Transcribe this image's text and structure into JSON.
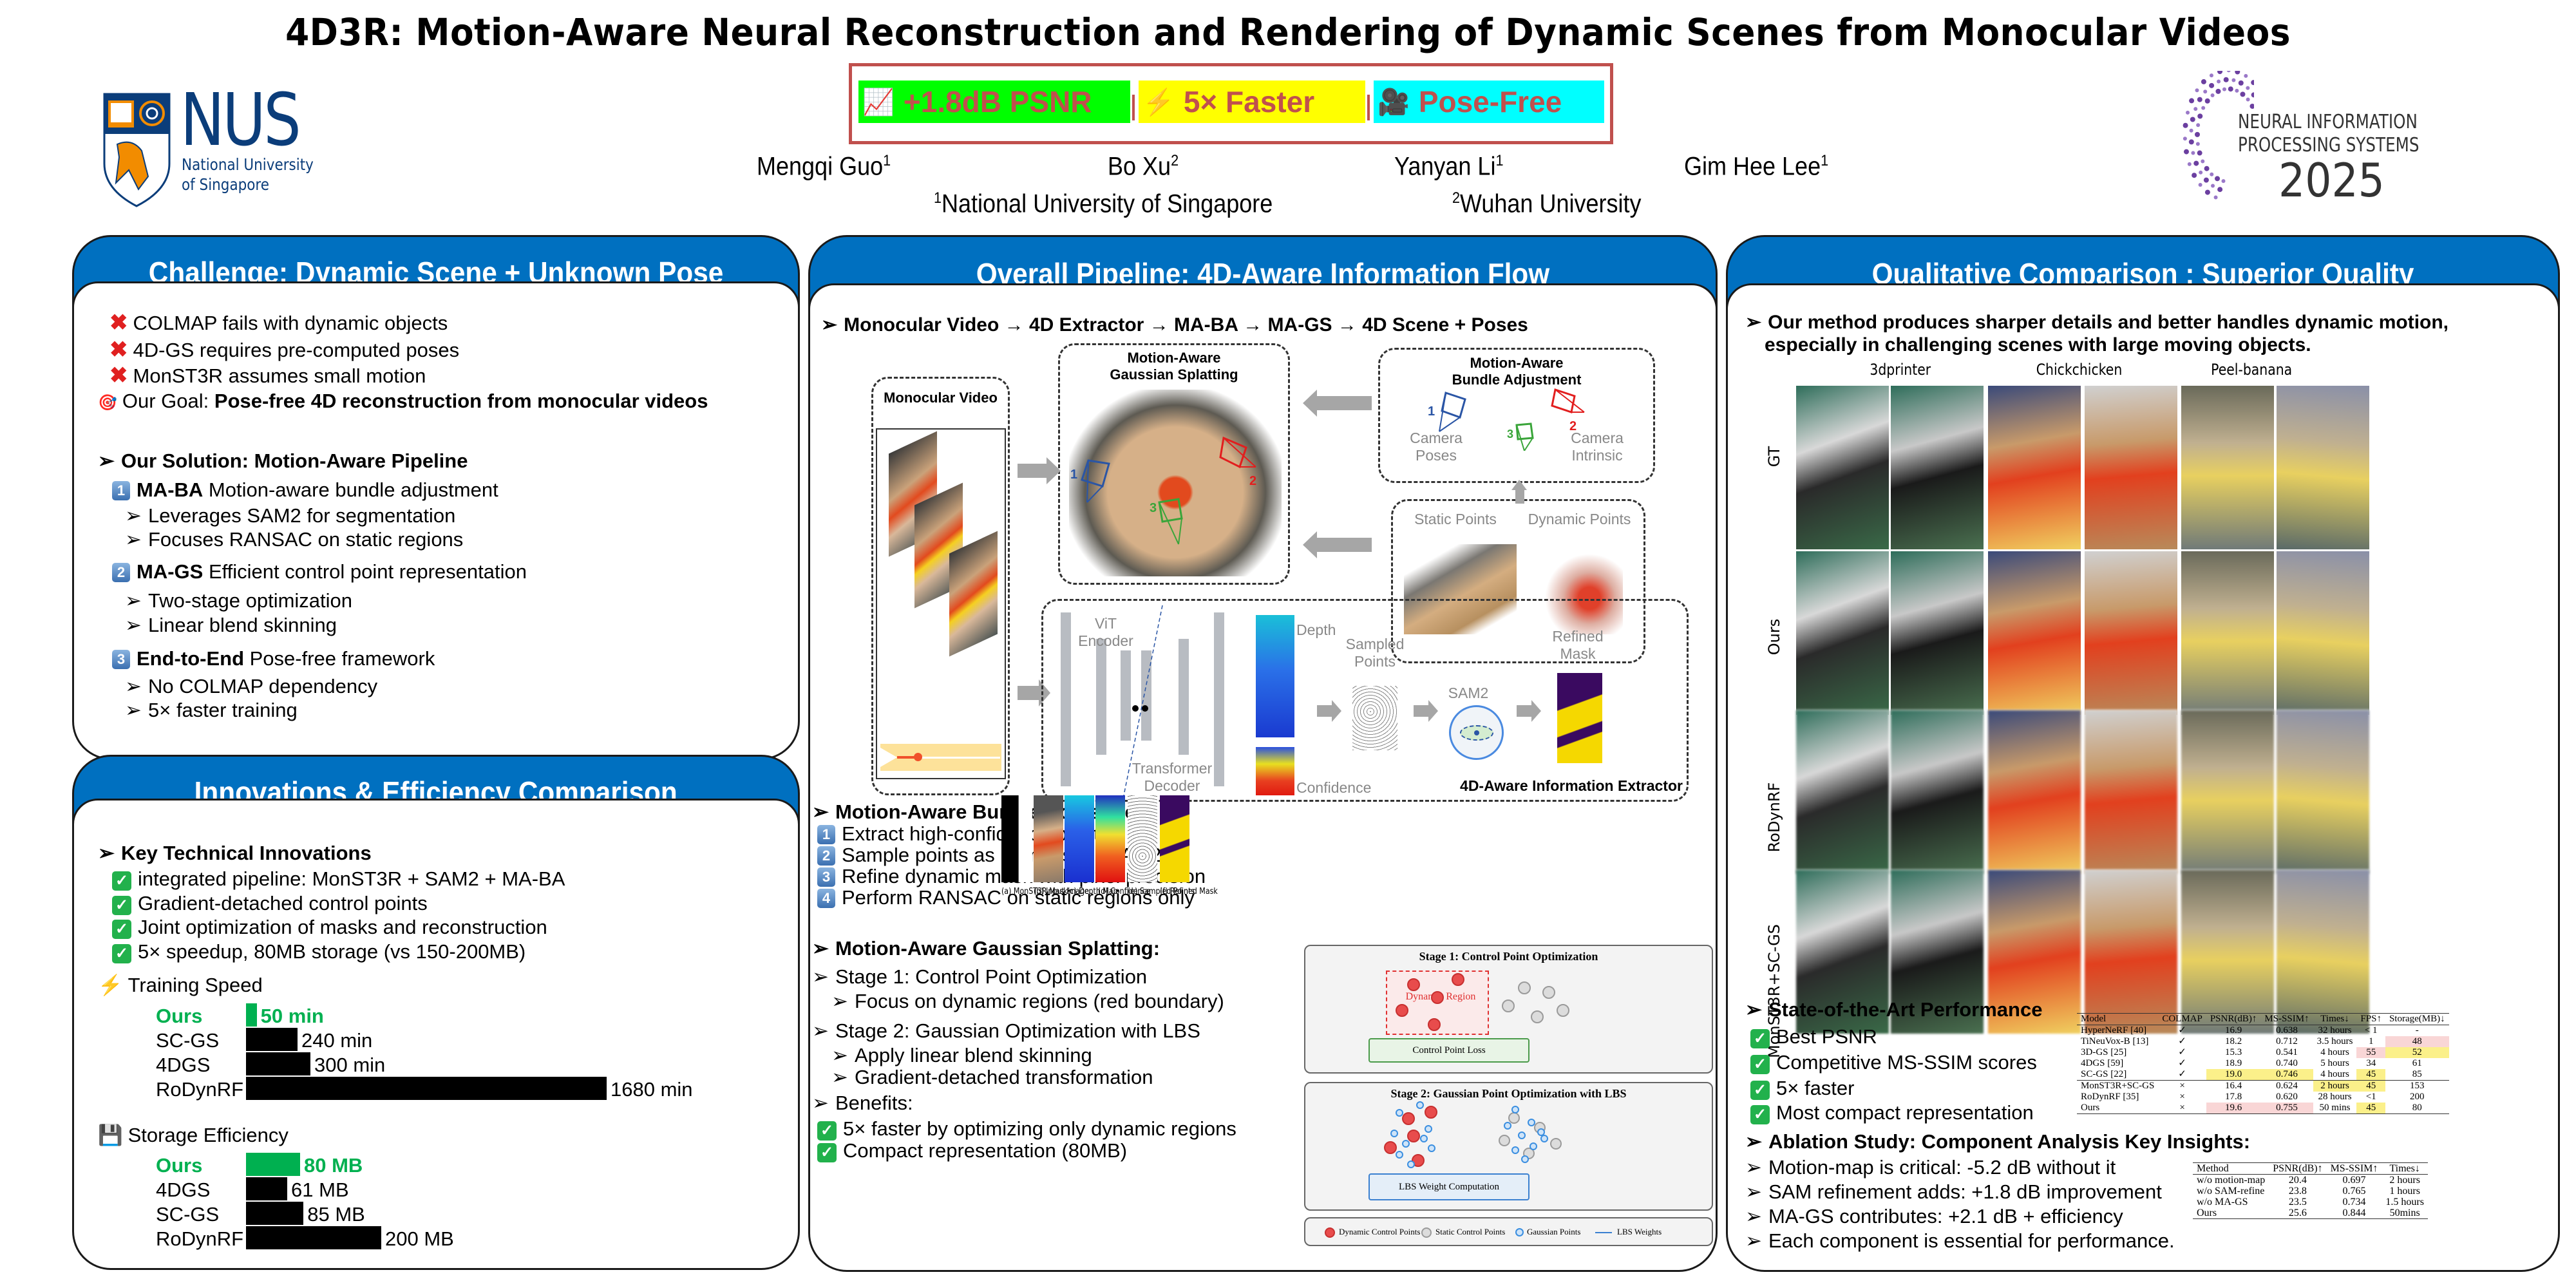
{
  "header": {
    "title": "4D3R: Motion-Aware Neural Reconstruction and Rendering of Dynamic Scenes from Monocular Videos",
    "nus_logo": {
      "word": "NUS",
      "line1": "National University",
      "line2": "of Singapore"
    },
    "badges": [
      {
        "icon": "chart-up-icon",
        "glyph": "📈",
        "label": "+1.8dB PSNR",
        "color": "#00ff00"
      },
      {
        "icon": "lightning-icon",
        "glyph": "⚡",
        "label": "5× Faster",
        "color": "#ffff00"
      },
      {
        "icon": "movie-camera-icon",
        "glyph": "🎥",
        "label": "Pose-Free",
        "color": "#00ffff"
      }
    ],
    "badge_separator": "|",
    "authors": [
      {
        "name": "Mengqi Guo",
        "aff": "1"
      },
      {
        "name": "Bo Xu",
        "aff": "2"
      },
      {
        "name": "Yanyan Li",
        "aff": "1"
      },
      {
        "name": "Gim Hee Lee",
        "aff": "1"
      }
    ],
    "affiliations": [
      {
        "num": "1",
        "name": "National University of Singapore"
      },
      {
        "num": "2",
        "name": "Wuhan University"
      }
    ],
    "neurips_logo": {
      "line1": "NEURAL INFORMATION",
      "line2": "PROCESSING SYSTEMS",
      "year": "2025"
    }
  },
  "challenge": {
    "title": "Challenge: Dynamic Scene + Unknown Pose",
    "problems": [
      "COLMAP fails with dynamic objects",
      "4D-GS requires pre-computed poses",
      "MonST3R assumes small motion"
    ],
    "goal_prefix": "Our Goal: ",
    "goal_bold": "Pose-free 4D reconstruction from monocular videos",
    "solution_heading": "Our Solution: Motion-Aware Pipeline",
    "components": [
      {
        "num": "1",
        "name": "MA-BA",
        "desc": " Motion-aware bundle adjustment",
        "points": [
          "Leverages SAM2 for segmentation",
          "Focuses RANSAC on static regions"
        ]
      },
      {
        "num": "2",
        "name": "MA-GS",
        "desc": " Efficient control point representation",
        "points": [
          "Two-stage optimization",
          "Linear blend skinning"
        ]
      },
      {
        "num": "3",
        "name": "End-to-End",
        "desc": " Pose-free framework",
        "points": [
          "No COLMAP dependency",
          "5× faster training"
        ]
      }
    ]
  },
  "innovations": {
    "title": "Innovations & Efficiency Comparison",
    "heading": "Key Technical Innovations",
    "items": [
      "integrated pipeline: MonST3R + SAM2 + MA-BA",
      "Gradient-detached control points",
      "Joint optimization of masks and reconstruction",
      "5× speedup, 80MB storage (vs 150-200MB)"
    ],
    "speed_title": "Training Speed",
    "storage_title": "Storage Efficiency"
  },
  "chart_data": [
    {
      "type": "bar",
      "title": "Training Speed",
      "orientation": "horizontal",
      "categories": [
        "Ours",
        "SC-GS",
        "4DGS",
        "RoDynRF"
      ],
      "values": [
        50,
        240,
        300,
        1680
      ],
      "unit": "min",
      "value_labels": [
        "50 min",
        "240 min",
        "300 min",
        "1680 min"
      ],
      "highlight": "Ours",
      "highlight_color": "#00b050",
      "bar_color": "#000000"
    },
    {
      "type": "bar",
      "title": "Storage Efficiency",
      "orientation": "horizontal",
      "categories": [
        "Ours",
        "4DGS",
        "SC-GS",
        "RoDynRF"
      ],
      "values": [
        80,
        61,
        85,
        200
      ],
      "unit": "MB",
      "value_labels": [
        "80 MB",
        "61 MB",
        "85 MB",
        "200 MB"
      ],
      "highlight": "Ours",
      "highlight_color": "#00b050",
      "bar_color": "#000000"
    }
  ],
  "pipeline": {
    "title": "Overall Pipeline: 4D-Aware Information Flow",
    "flow": "Monocular Video → 4D Extractor → MA-BA → MA-GS → 4D Scene + Poses",
    "diagram": {
      "monocular_video": "Monocular Video",
      "ma_gs_title_1": "Motion-Aware",
      "ma_gs_title_2": "Gaussian Splatting",
      "ma_ba_title_1": "Motion-Aware",
      "ma_ba_title_2": "Bundle Adjustment",
      "camera_poses_1": "Camera",
      "camera_poses_2": "Poses",
      "camera_intrinsic_1": "Camera",
      "camera_intrinsic_2": "Intrinsic",
      "cam_nums": [
        "1",
        "2",
        "3"
      ],
      "static_points": "Static Points",
      "dynamic_points": "Dynamic Points",
      "vit_encoder_1": "ViT",
      "vit_encoder_2": "Encoder",
      "transformer_decoder_1": "Transformer",
      "transformer_decoder_2": "Decoder",
      "depth": "Depth",
      "confidence": "Confidence",
      "sampled_points_1": "Sampled",
      "sampled_points_2": "Points",
      "sam2": "SAM2",
      "refined_mask_1": "Refined",
      "refined_mask_2": "Mask",
      "extractor_title": "4D-Aware Information Extractor"
    },
    "maba": {
      "heading": "Motion-Aware Bundle Adjustment",
      "steps": [
        "Extract high-confidence points",
        "Sample points as prompts for SAM2",
        "Refine dynamic mask with pixel precision",
        "Perform RANSAC on static regions only"
      ],
      "captions": [
        "(a) MonST3R Mask",
        "(b) Input Image",
        "(c) Depth Map",
        "(d) Confidence",
        "(e) Sampled Points",
        "(f) Refined Mask"
      ]
    },
    "mags": {
      "heading": "Motion-Aware Gaussian Splatting:",
      "stage1": "Stage 1: Control Point Optimization",
      "stage1_points": [
        "Focus on dynamic regions (red boundary)"
      ],
      "stage2": "Stage 2: Gaussian Optimization with LBS",
      "stage2_points": [
        "Apply linear blend skinning",
        "Gradient-detached transformation"
      ],
      "benefits_heading": "Benefits:",
      "benefits": [
        "5× faster by optimizing only dynamic regions",
        "Compact representation (80MB)"
      ],
      "fig_stage1_title": "Stage 1: Control Point Optimization",
      "fig_dynamic_region": "Dynamic Region",
      "fig_control_loss": "Control Point Loss",
      "fig_stage2_title": "Stage 2: Gaussian Point Optimization with LBS",
      "fig_lbs": "LBS Weight Computation",
      "legend": [
        "Dynamic Control Points",
        "Static Control Points",
        "Gaussian Points",
        "LBS Weights"
      ]
    }
  },
  "qualitative": {
    "title": "Qualitative Comparison : Superior Quality",
    "intro_1": "Our method produces sharper details and better handles dynamic motion,",
    "intro_2": "especially in challenging scenes with large moving objects.",
    "scenes": [
      "3dprinter",
      "Chickchicken",
      "Peel-banana"
    ],
    "rows": [
      "GT",
      "Ours",
      "RoDynRF",
      "MonST3R+SC-GS"
    ],
    "sota_heading": "State-of-the-Art Performance",
    "sota_items": [
      "Best PSNR",
      "Competitive MS-SSIM scores",
      "5× faster",
      "Most compact representation"
    ],
    "sota_table": {
      "columns": [
        "Model",
        "COLMAP",
        "PSNR(dB)↑",
        "MS-SSIM↑",
        "Times↓",
        "FPS↑",
        "Storage(MB)↓"
      ],
      "rows": [
        [
          "HyperNeRF [40]",
          "✓",
          "16.9",
          "0.638",
          "32 hours",
          "< 1",
          "-"
        ],
        [
          "TiNeuVox-B [13]",
          "✓",
          "18.2",
          "0.712",
          "3.5 hours",
          "1",
          "48"
        ],
        [
          "3D-GS [25]",
          "✓",
          "15.3",
          "0.541",
          "4 hours",
          "55",
          "52"
        ],
        [
          "4DGS [59]",
          "✓",
          "18.9",
          "0.740",
          "5 hours",
          "34",
          "61"
        ],
        [
          "SC-GS [22]",
          "✓",
          "19.0",
          "0.746",
          "4 hours",
          "45",
          "85"
        ],
        [
          "MonST3R+SC-GS",
          "×",
          "16.4",
          "0.624",
          "2 hours",
          "45",
          "153"
        ],
        [
          "RoDynRF [35]",
          "×",
          "17.8",
          "0.620",
          "28 hours",
          "<1",
          "200"
        ],
        [
          "Ours",
          "×",
          "19.6",
          "0.755",
          "50 mins",
          "45",
          "80"
        ]
      ],
      "highlights": {
        "red": [
          [
            1,
            6
          ],
          [
            2,
            5
          ],
          [
            7,
            2
          ],
          [
            7,
            3
          ]
        ],
        "yellow": [
          [
            2,
            6
          ],
          [
            4,
            2
          ],
          [
            4,
            3
          ],
          [
            4,
            5
          ],
          [
            5,
            4
          ],
          [
            5,
            5
          ],
          [
            7,
            5
          ]
        ]
      }
    },
    "ablation_heading": "Ablation Study: Component Analysis Key Insights:",
    "ablation_items": [
      "Motion-map is critical: -5.2 dB without it",
      "SAM refinement adds: +1.8 dB improvement",
      "MA-GS contributes: +2.1 dB + efficiency",
      "Each component is essential for performance."
    ],
    "ablation_table": {
      "columns": [
        "Method",
        "PSNR(dB)↑",
        "MS-SSIM↑",
        "Times↓"
      ],
      "rows": [
        [
          "w/o motion-map",
          "20.4",
          "0.697",
          "2 hours"
        ],
        [
          "w/o SAM-refine",
          "23.8",
          "0.765",
          "1 hours"
        ],
        [
          "w/o MA-GS",
          "23.5",
          "0.734",
          "1.5 hours"
        ],
        [
          "Ours",
          "25.6",
          "0.844",
          "50mins"
        ]
      ]
    }
  },
  "colors": {
    "panel_header": "#0070c0",
    "badge_text": "#c0504d",
    "accent_green": "#00b050",
    "cross_red": "#e02020"
  }
}
